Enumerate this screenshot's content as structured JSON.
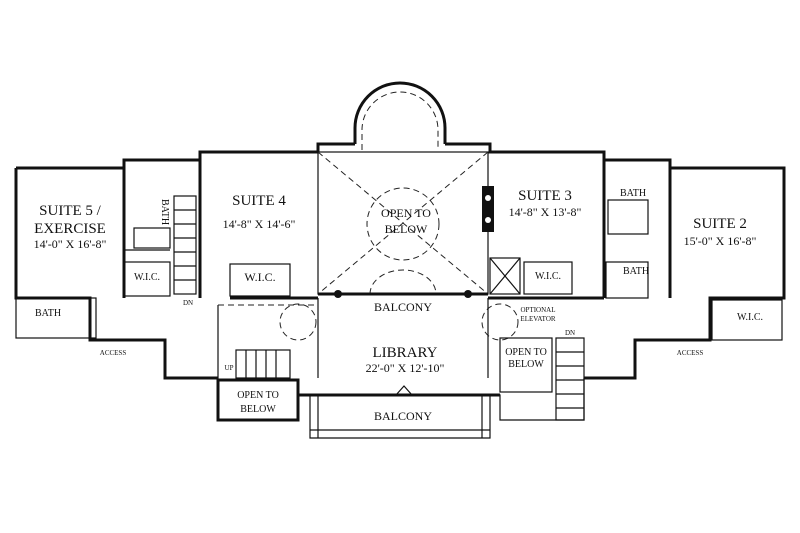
{
  "rooms": {
    "suite5": {
      "name_line1": "SUITE 5 /",
      "name_line2": "EXERCISE",
      "dims": "14'-0\" X 16'-8\""
    },
    "suite4": {
      "name": "SUITE 4",
      "dims": "14'-8\" X 14'-6\""
    },
    "open_center": {
      "line1": "OPEN TO",
      "line2": "BELOW"
    },
    "suite3": {
      "name": "SUITE 3",
      "dims": "14'-8\" X 13'-8\""
    },
    "suite2": {
      "name": "SUITE 2",
      "dims": "15'-0\" X 16'-8\""
    },
    "library": {
      "name": "LIBRARY",
      "dims": "22'-0\" X 12'-10\""
    },
    "balcony_upper": "BALCONY",
    "balcony_lower": "BALCONY",
    "open_left": {
      "line1": "OPEN TO",
      "line2": "BELOW"
    },
    "open_right": {
      "line1": "OPEN TO",
      "line2": "BELOW"
    }
  },
  "labels": {
    "bath_suite5_vertical": "BATH",
    "bath_suite5_lower": "BATH",
    "wic_suite5": "W.I.C.",
    "wic_suite4": "W.I.C.",
    "wic_suite3": "W.I.C.",
    "wic_suite2": "W.I.C.",
    "bath_suite2_upper": "BATH",
    "bath_suite2_lower": "BATH",
    "access_left": "ACCESS",
    "access_right": "ACCESS",
    "elevator_line1": "OPTIONAL",
    "elevator_line2": "ELEVATOR",
    "dn_left": "DN",
    "dn_right": "DN",
    "up_left": "UP"
  }
}
